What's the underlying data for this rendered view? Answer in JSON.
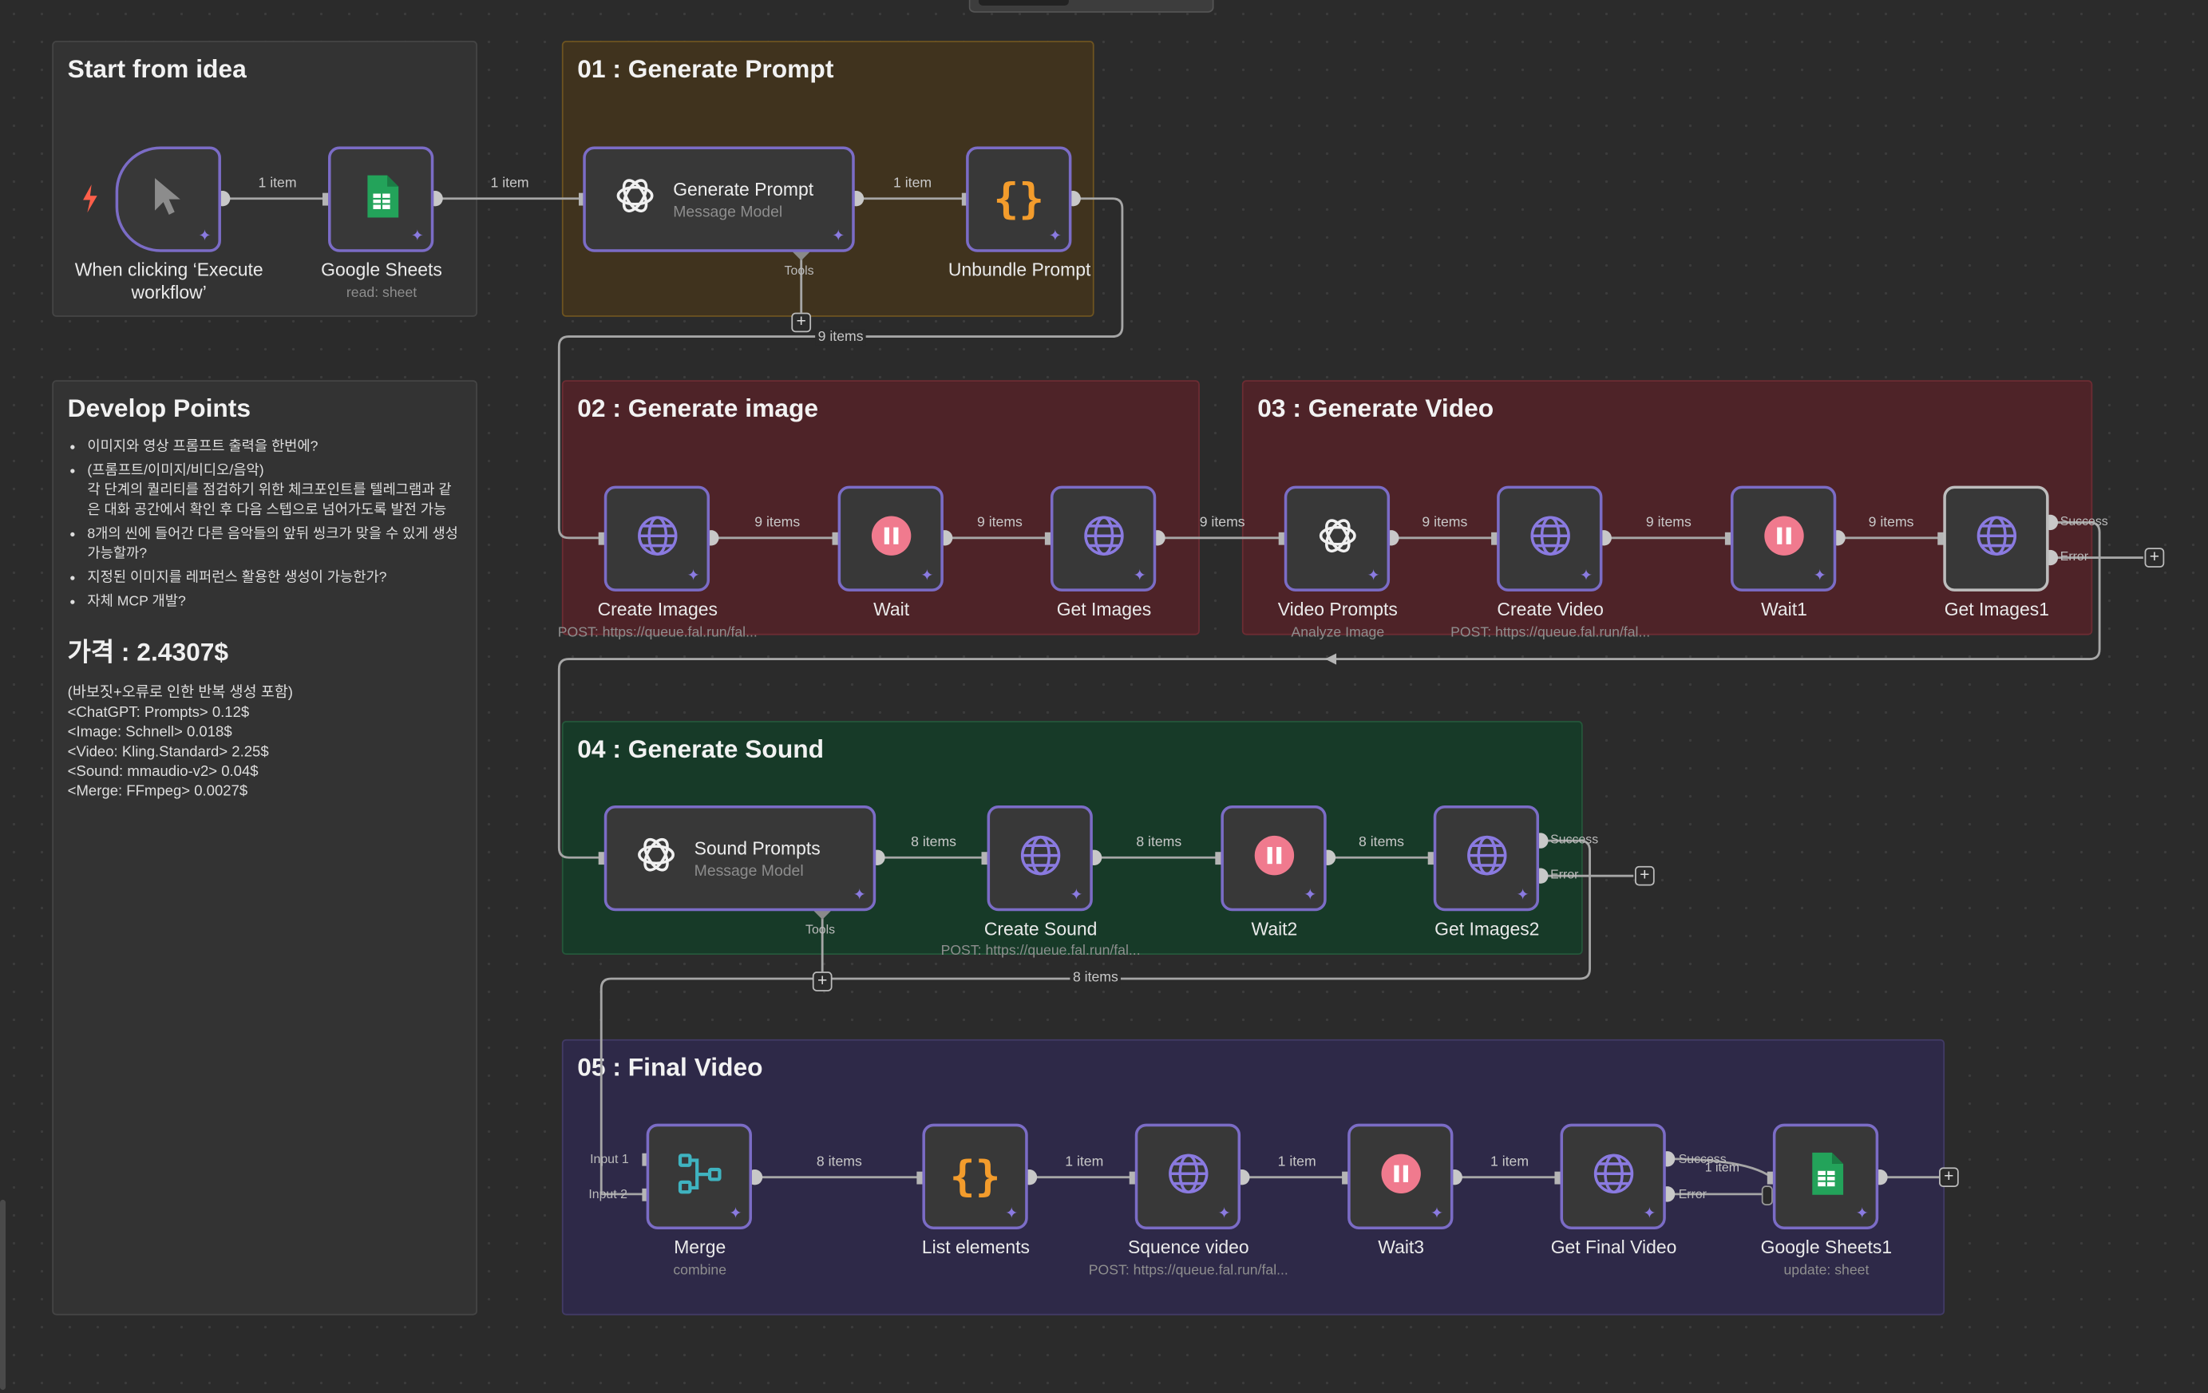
{
  "groups": {
    "start": "Start from idea",
    "g01": "01 : Generate Prompt",
    "g02": "02 : Generate image",
    "g03": "03 : Generate Video",
    "g04": "04 : Generate Sound",
    "g05": "05 : Final Video"
  },
  "develop": {
    "title": "Develop Points",
    "items": [
      "이미지와 영상 프롬프트 출력을 한번에?",
      "(프롬프트/이미지/비디오/음악)\n각 단계의 퀄리티를 점검하기 위한 체크포인트를 텔레그램과 같은 대화 공간에서 확인 후 다음 스텝으로 넘어가도록 발전 가능",
      "8개의 씬에 들어간 다른 음악들의 앞뒤 씽크가 맞을 수 있게 생성 가능할까?",
      "지정된 이미지를 레퍼런스 활용한 생성이 가능한가?",
      "자체 MCP 개발?"
    ],
    "price_title": "가격 : 2.4307$",
    "price_lines": [
      "(바보짓+오류로 인한 반복 생성 포함)",
      "<ChatGPT: Prompts> 0.12$",
      "<Image: Schnell> 0.018$",
      "<Video: Kling.Standard> 2.25$",
      "<Sound: mmaudio-v2> 0.04$",
      "<Merge: FFmpeg> 0.0027$"
    ]
  },
  "nodes": {
    "trigger": {
      "label": "When clicking ‘Execute\nworkflow’",
      "icon": "cursor-icon"
    },
    "sheets": {
      "label": "Google Sheets",
      "sub": "read: sheet",
      "icon": "google-sheets-icon"
    },
    "genprompt": {
      "title": "Generate Prompt",
      "sub": "Message Model",
      "icon": "openai-icon"
    },
    "unbundle": {
      "label": "Unbundle Prompt",
      "icon": "code-braces-icon"
    },
    "createimages": {
      "label": "Create Images",
      "sub": "POST: https://queue.fal.run/fal...",
      "icon": "globe-icon"
    },
    "wait": {
      "label": "Wait",
      "icon": "pause-icon"
    },
    "getimages": {
      "label": "Get Images",
      "icon": "globe-icon"
    },
    "videoprompts": {
      "label": "Video Prompts",
      "sub": "Analyze Image",
      "icon": "openai-icon"
    },
    "createvideo": {
      "label": "Create Video",
      "sub": "POST: https://queue.fal.run/fal...",
      "icon": "globe-icon"
    },
    "wait1": {
      "label": "Wait1",
      "icon": "pause-icon"
    },
    "getimages1": {
      "label": "Get Images1",
      "icon": "globe-icon"
    },
    "soundprompts": {
      "title": "Sound Prompts",
      "sub": "Message Model",
      "icon": "openai-icon"
    },
    "createsound": {
      "label": "Create Sound",
      "sub": "POST: https://queue.fal.run/fal...",
      "icon": "globe-icon"
    },
    "wait2": {
      "label": "Wait2",
      "icon": "pause-icon"
    },
    "getimages2": {
      "label": "Get Images2",
      "icon": "globe-icon"
    },
    "merge": {
      "label": "Merge",
      "sub": "combine",
      "icon": "merge-icon"
    },
    "listelements": {
      "label": "List elements",
      "icon": "code-braces-icon"
    },
    "sequence": {
      "label": "Squence video",
      "sub": "POST: https://queue.fal.run/fal...",
      "icon": "globe-icon"
    },
    "wait3": {
      "label": "Wait3",
      "icon": "pause-icon"
    },
    "getfinal": {
      "label": "Get Final Video",
      "icon": "globe-icon"
    },
    "sheets1": {
      "label": "Google Sheets1",
      "sub": "update: sheet",
      "icon": "google-sheets-icon"
    }
  },
  "edges": {
    "one_item": "1 item",
    "nine_items": "9 items",
    "eight_items": "8 items",
    "success": "Success",
    "error": "Error",
    "tools": "Tools",
    "input1": "Input 1",
    "input2": "Input 2"
  },
  "colors": {
    "node_border": "#7b6cc6",
    "wait_pink": "#f07a8e",
    "globe_purple": "#8a7ae0",
    "braces_orange": "#f39c2c",
    "sheets_green": "#23a35a",
    "trigger_red": "#ff5f4a",
    "merge_teal": "#3fb3c0"
  }
}
